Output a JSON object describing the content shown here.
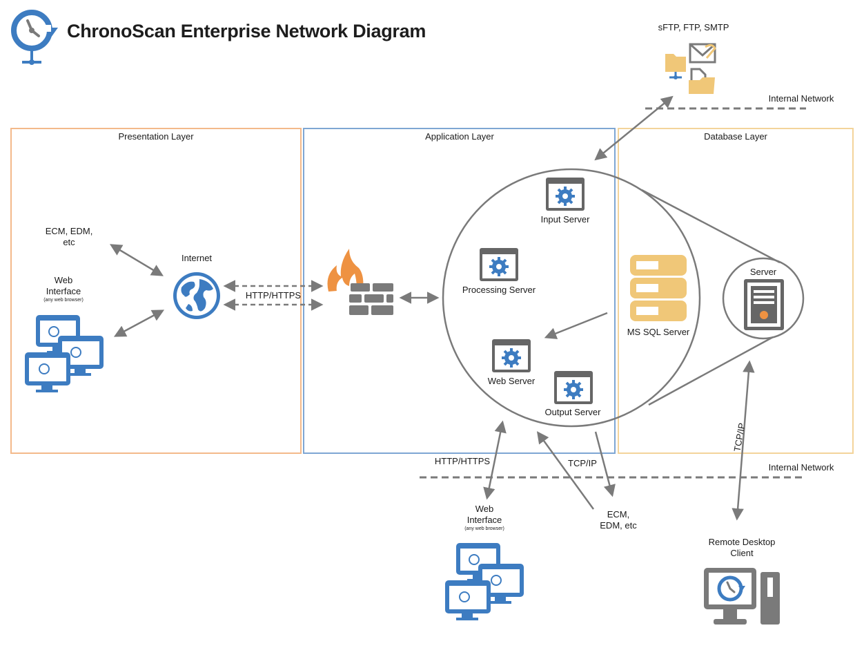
{
  "header": {
    "title": "ChronoScan Enterprise Network Diagram"
  },
  "layers": {
    "presentation": "Presentation Layer",
    "application": "Application Layer",
    "database": "Database Layer"
  },
  "labels": {
    "ecm_edm_left_1": "ECM, EDM,",
    "ecm_edm_left_2": "etc",
    "internet": "Internet",
    "web_interface_left_1": "Web",
    "web_interface_left_2": "Interface",
    "web_interface_left_note": "(any web browser)",
    "http_https_left": "HTTP/HTTPS",
    "input_server": "Input Server",
    "processing_server": "Processing Server",
    "web_server": "Web Server",
    "output_server": "Output Server",
    "ms_sql_server": "MS SQL Server",
    "server": "Server",
    "sftp": "sFTP, FTP, SMTP",
    "internal_network_top": "Internal Network",
    "internal_network_bottom": "Internal Network",
    "http_https_bottom": "HTTP/HTTPS",
    "tcp_ip_bottom": "TCP/IP",
    "tcp_ip_right": "TCP/IP",
    "web_interface_bottom_1": "Web",
    "web_interface_bottom_2": "Interface",
    "web_interface_bottom_note": "(any web browser)",
    "ecm_edm_bottom_1": "ECM,",
    "ecm_edm_bottom_2": "EDM, etc",
    "remote_desktop_1": "Remote Desktop",
    "remote_desktop_2": "Client"
  },
  "colors": {
    "presentation_border": "#f3b98a",
    "application_border": "#7ea6d3",
    "database_border": "#f3d49a",
    "accent_blue": "#3d7cc1",
    "accent_orange": "#ee9242",
    "accent_yellow": "#f0c778",
    "gray": "#7a7a7a",
    "dark_gray": "#555555"
  }
}
